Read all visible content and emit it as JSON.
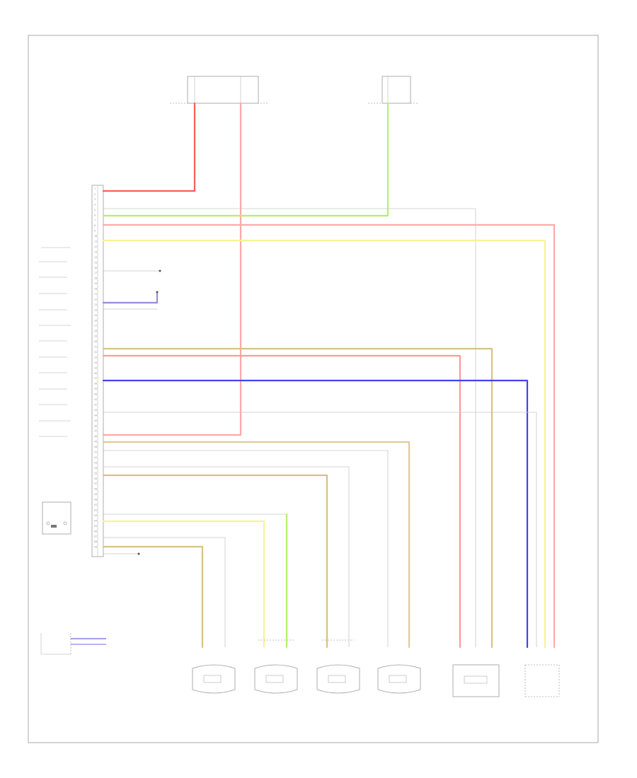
{
  "module": {
    "pins": [
      "1",
      "2",
      "3",
      "4",
      "5",
      "6",
      "7",
      "8",
      "9",
      "10",
      "11",
      "12",
      "13",
      "14",
      "15",
      "16",
      "17",
      "18",
      "19",
      "20",
      "21",
      "22",
      "23",
      "24",
      "25",
      "26",
      "27",
      "28",
      "29",
      "30",
      "31",
      "32",
      "33",
      "34",
      "35",
      "36",
      "37",
      "38",
      "39",
      "40",
      "41",
      "42",
      "43",
      "44",
      "45",
      "46",
      "47",
      "48",
      "49",
      "50",
      "51",
      "52",
      "53",
      "54",
      "55",
      "56",
      "57",
      "58",
      "59",
      "60",
      "61",
      "62",
      "63",
      "64",
      "65",
      "66",
      "67",
      "68",
      "69"
    ]
  },
  "colors": {
    "red": "#ff6b6b",
    "light_red": "#ff9a9a",
    "green": "#b6ef6a",
    "yellow": "#f2f28a",
    "blue": "#4343f0",
    "tan": "#d9c183",
    "purple": "#a48ad6",
    "grey": "#cfcfcf"
  }
}
